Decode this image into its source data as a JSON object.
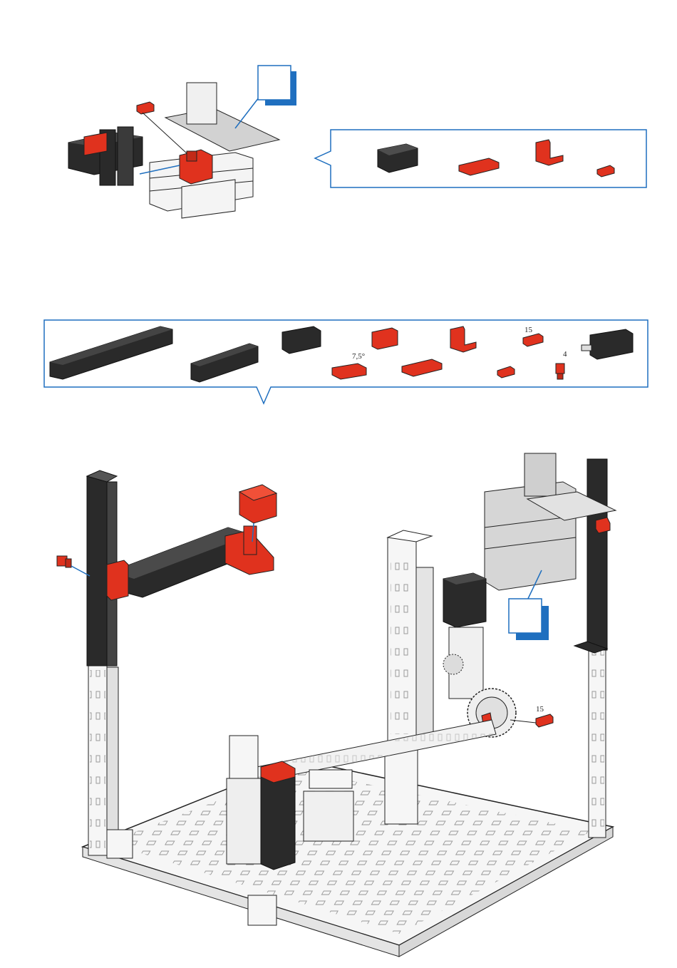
{
  "colors": {
    "accent_blue": "#1f6fbf",
    "part_red": "#e0321e",
    "part_dark": "#2a2a2a",
    "part_light": "#f2f2f2",
    "part_gray": "#c8c8c8",
    "outline": "#222222"
  },
  "parts_box_1": {
    "items": [
      "black-building-block-30",
      "red-building-plate-30x15",
      "red-angle-bracket",
      "red-lug-connector"
    ]
  },
  "parts_box_2": {
    "labels": {
      "angle": "7,5°",
      "length": "15",
      "count": "4"
    },
    "items": [
      "black-building-block-90",
      "black-building-block-45",
      "black-building-block-30-hole",
      "red-building-block-15-hole",
      "red-angle-bracket",
      "red-lug-15",
      "black-motor",
      "red-angle-block",
      "red-building-plate-30x15",
      "red-lug-connector",
      "red-clip-axle"
    ]
  },
  "main_assembly": {
    "callout_label": "15"
  }
}
